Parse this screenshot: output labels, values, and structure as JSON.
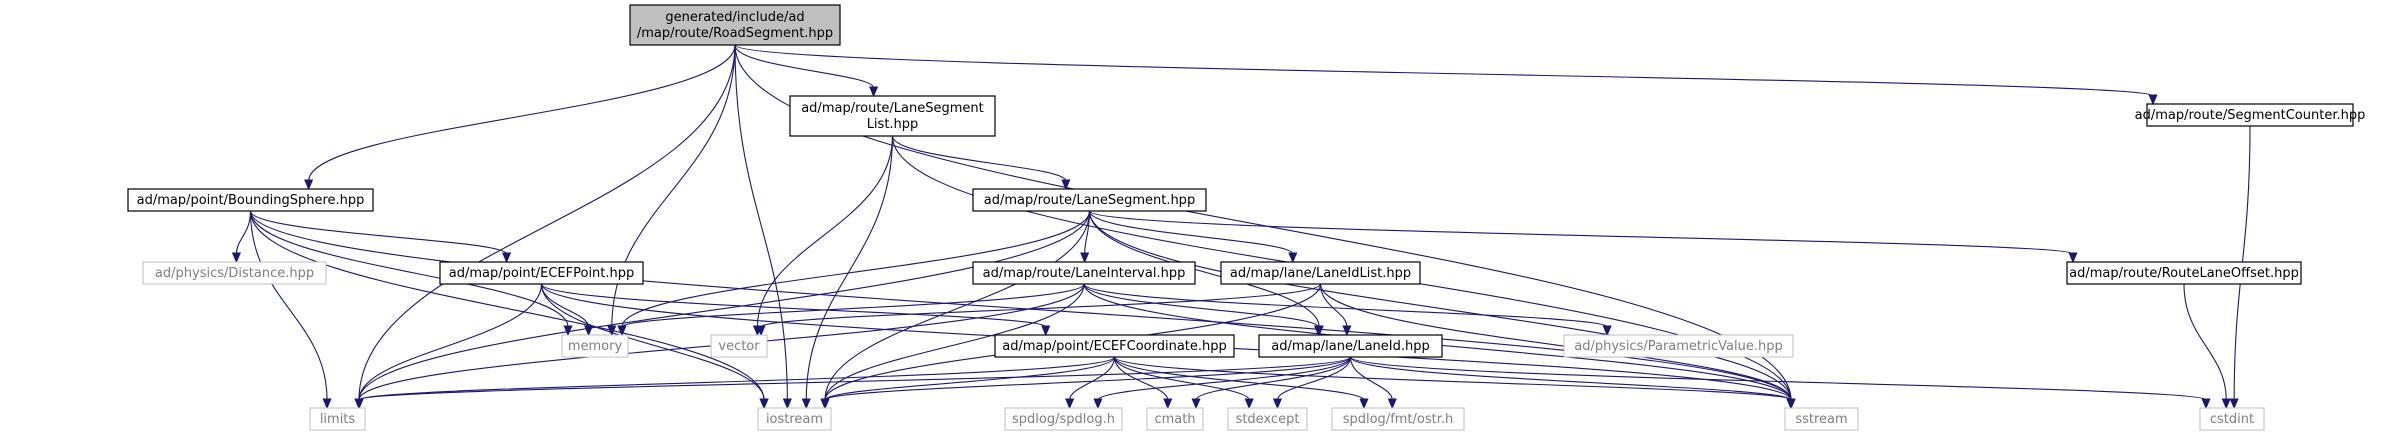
{
  "diagram": {
    "nodes": [
      {
        "id": "root",
        "kind": "root",
        "lines": [
          "generated/include/ad",
          "/map/route/RoadSegment.hpp"
        ]
      },
      {
        "id": "laneseglist",
        "kind": "int",
        "lines": [
          "ad/map/route/LaneSegment",
          "List.hpp"
        ]
      },
      {
        "id": "segcounter",
        "kind": "int",
        "lines": [
          "ad/map/route/SegmentCounter.hpp"
        ]
      },
      {
        "id": "bsphere",
        "kind": "int",
        "lines": [
          "ad/map/point/BoundingSphere.hpp"
        ]
      },
      {
        "id": "laneseg",
        "kind": "int",
        "lines": [
          "ad/map/route/LaneSegment.hpp"
        ]
      },
      {
        "id": "distance",
        "kind": "ext",
        "lines": [
          "ad/physics/Distance.hpp"
        ]
      },
      {
        "id": "ecefpoint",
        "kind": "int",
        "lines": [
          "ad/map/point/ECEFPoint.hpp"
        ]
      },
      {
        "id": "laneinterval",
        "kind": "int",
        "lines": [
          "ad/map/route/LaneInterval.hpp"
        ]
      },
      {
        "id": "laneidlist",
        "kind": "int",
        "lines": [
          "ad/map/lane/LaneIdList.hpp"
        ]
      },
      {
        "id": "routelaneoffset",
        "kind": "int",
        "lines": [
          "ad/map/route/RouteLaneOffset.hpp"
        ]
      },
      {
        "id": "memory",
        "kind": "ext",
        "lines": [
          "memory"
        ]
      },
      {
        "id": "vector",
        "kind": "ext",
        "lines": [
          "vector"
        ]
      },
      {
        "id": "eceffcoord",
        "kind": "int",
        "lines": [
          "ad/map/point/ECEFCoordinate.hpp"
        ]
      },
      {
        "id": "laneid",
        "kind": "int",
        "lines": [
          "ad/map/lane/LaneId.hpp"
        ]
      },
      {
        "id": "paramvalue",
        "kind": "ext",
        "lines": [
          "ad/physics/ParametricValue.hpp"
        ]
      },
      {
        "id": "limits",
        "kind": "ext",
        "lines": [
          "limits"
        ]
      },
      {
        "id": "iostream",
        "kind": "ext",
        "lines": [
          "iostream"
        ]
      },
      {
        "id": "spdlog",
        "kind": "ext",
        "lines": [
          "spdlog/spdlog.h"
        ]
      },
      {
        "id": "cmath",
        "kind": "ext",
        "lines": [
          "cmath"
        ]
      },
      {
        "id": "stdexcept",
        "kind": "ext",
        "lines": [
          "stdexcept"
        ]
      },
      {
        "id": "fmtostr",
        "kind": "ext",
        "lines": [
          "spdlog/fmt/ostr.h"
        ]
      },
      {
        "id": "sstream",
        "kind": "ext",
        "lines": [
          "sstream"
        ]
      },
      {
        "id": "cstdint",
        "kind": "ext",
        "lines": [
          "cstdint"
        ]
      }
    ],
    "edges": [
      [
        "root",
        "laneseglist"
      ],
      [
        "root",
        "segcounter"
      ],
      [
        "root",
        "bsphere"
      ],
      [
        "root",
        "memory"
      ],
      [
        "root",
        "limits"
      ],
      [
        "root",
        "iostream"
      ],
      [
        "root",
        "sstream"
      ],
      [
        "laneseglist",
        "laneseg"
      ],
      [
        "laneseglist",
        "vector"
      ],
      [
        "laneseglist",
        "iostream"
      ],
      [
        "laneseglist",
        "sstream"
      ],
      [
        "segcounter",
        "cstdint"
      ],
      [
        "bsphere",
        "distance"
      ],
      [
        "bsphere",
        "ecefpoint"
      ],
      [
        "bsphere",
        "memory"
      ],
      [
        "bsphere",
        "limits"
      ],
      [
        "bsphere",
        "iostream"
      ],
      [
        "bsphere",
        "sstream"
      ],
      [
        "laneseg",
        "laneinterval"
      ],
      [
        "laneseg",
        "laneidlist"
      ],
      [
        "laneseg",
        "routelaneoffset"
      ],
      [
        "laneseg",
        "laneid"
      ],
      [
        "laneseg",
        "memory"
      ],
      [
        "laneseg",
        "limits"
      ],
      [
        "laneseg",
        "iostream"
      ],
      [
        "laneseg",
        "sstream"
      ],
      [
        "ecefpoint",
        "eceffcoord"
      ],
      [
        "ecefpoint",
        "memory"
      ],
      [
        "ecefpoint",
        "limits"
      ],
      [
        "ecefpoint",
        "iostream"
      ],
      [
        "ecefpoint",
        "sstream"
      ],
      [
        "laneinterval",
        "laneid"
      ],
      [
        "laneinterval",
        "paramvalue"
      ],
      [
        "laneinterval",
        "memory"
      ],
      [
        "laneinterval",
        "limits"
      ],
      [
        "laneinterval",
        "iostream"
      ],
      [
        "laneinterval",
        "sstream"
      ],
      [
        "laneidlist",
        "laneid"
      ],
      [
        "laneidlist",
        "vector"
      ],
      [
        "laneidlist",
        "iostream"
      ],
      [
        "laneidlist",
        "sstream"
      ],
      [
        "routelaneoffset",
        "cstdint"
      ],
      [
        "eceffcoord",
        "limits"
      ],
      [
        "eceffcoord",
        "iostream"
      ],
      [
        "eceffcoord",
        "spdlog"
      ],
      [
        "eceffcoord",
        "cmath"
      ],
      [
        "eceffcoord",
        "stdexcept"
      ],
      [
        "eceffcoord",
        "fmtostr"
      ],
      [
        "eceffcoord",
        "sstream"
      ],
      [
        "laneid",
        "limits"
      ],
      [
        "laneid",
        "iostream"
      ],
      [
        "laneid",
        "spdlog"
      ],
      [
        "laneid",
        "cmath"
      ],
      [
        "laneid",
        "stdexcept"
      ],
      [
        "laneid",
        "fmtostr"
      ],
      [
        "laneid",
        "sstream"
      ],
      [
        "laneid",
        "cstdint"
      ]
    ]
  },
  "colors": {
    "edge": "#191970",
    "root_fill": "#bfbfbf",
    "external_border": "#bfbfbf",
    "external_text": "#7f7f7f"
  }
}
